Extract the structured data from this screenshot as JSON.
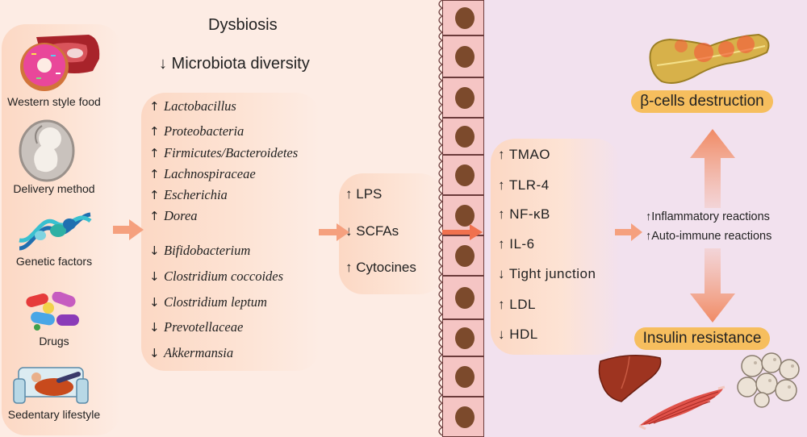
{
  "header": {
    "dysbiosis": "Dysbiosis",
    "diversity": "↓ Microbiota diversity"
  },
  "causes": [
    {
      "icon": "meat-donut-icon",
      "label": "Western style food"
    },
    {
      "icon": "fetus-icon",
      "label": "Delivery method"
    },
    {
      "icon": "dna-icon",
      "label": "Genetic factors"
    },
    {
      "icon": "pills-icon",
      "label": "Drugs"
    },
    {
      "icon": "couch-person-icon",
      "label": "Sedentary lifestyle"
    }
  ],
  "increased_taxa": [
    {
      "arrow": "↑",
      "name": "Lactobacillus"
    },
    {
      "arrow": "↑",
      "name": "Proteobacteria"
    },
    {
      "arrow": "↑",
      "name": "Firmicutes/Bacteroidetes"
    },
    {
      "arrow": "↑",
      "name": "Lachnospiraceae"
    },
    {
      "arrow": "↑",
      "name": "Escherichia"
    },
    {
      "arrow": "↑",
      "name": "Dorea"
    }
  ],
  "decreased_taxa": [
    {
      "arrow": "↓",
      "name": "Bifidobacterium"
    },
    {
      "arrow": "↓",
      "name": "Clostridium coccoides"
    },
    {
      "arrow": "↓",
      "name": "Clostridium leptum"
    },
    {
      "arrow": "↓",
      "name": "Prevotellaceae"
    },
    {
      "arrow": "↓",
      "name": "Akkermansia"
    }
  ],
  "metabolites": [
    {
      "arrow": "↑",
      "name": "LPS"
    },
    {
      "arrow": "↓",
      "name": "SCFAs"
    },
    {
      "arrow": "↑",
      "name": "Cytocines"
    }
  ],
  "markers": [
    {
      "arrow": "↑",
      "name": "TMAO"
    },
    {
      "arrow": "↑",
      "name": "TLR-4"
    },
    {
      "arrow": "↑",
      "name": "NF-κB"
    },
    {
      "arrow": "↑",
      "name": "IL-6"
    },
    {
      "arrow": "↓",
      "name": "Tight junction"
    },
    {
      "arrow": "↑",
      "name": "LDL"
    },
    {
      "arrow": "↓",
      "name": "HDL"
    }
  ],
  "reactions": [
    {
      "arrow": "↑",
      "name": "Inflammatory reactions"
    },
    {
      "arrow": "↑",
      "name": "Auto-immune reactions"
    }
  ],
  "outcomes": {
    "top": "β-cells destruction",
    "bottom": "Insulin resistance"
  },
  "organs": [
    "pancreas-icon",
    "liver-icon",
    "muscle-icon",
    "adipocytes-icon"
  ],
  "colors": {
    "arrow": "#f5a07e",
    "pill": "#f6be5e",
    "cell": "#f5c5c4",
    "nucleus": "#7c4a2c"
  }
}
